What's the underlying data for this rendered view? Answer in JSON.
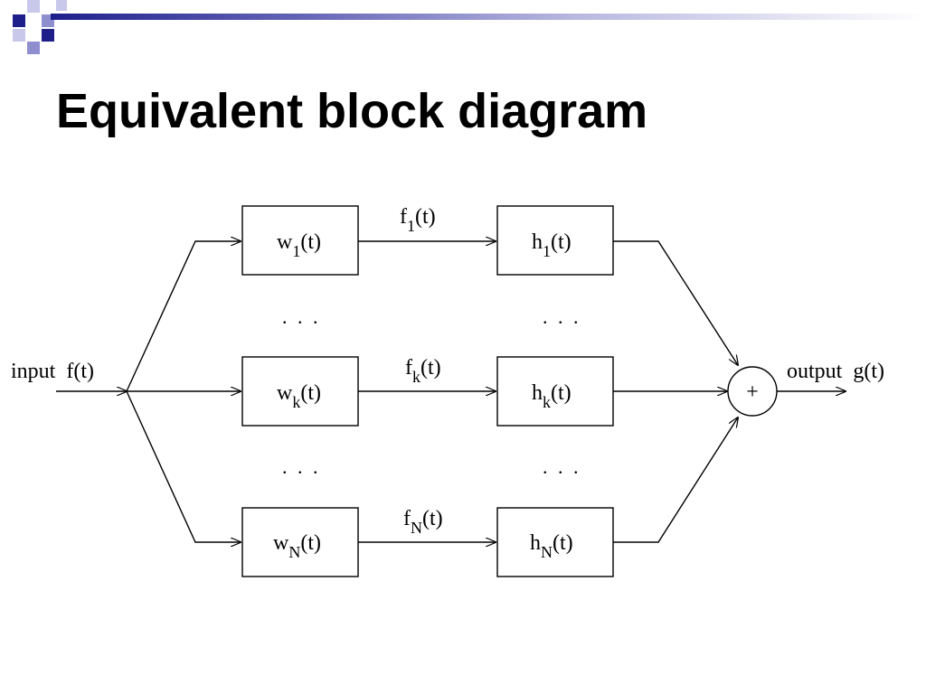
{
  "slide": {
    "title": "Equivalent block diagram"
  },
  "diagram": {
    "input_label": "input  f(t)",
    "output_label": "output  g(t)",
    "sum_symbol": "+",
    "ellipsis": ". . .",
    "paren_t": "(t)",
    "branches": [
      {
        "w": "w",
        "h": "h",
        "f": "f",
        "index": "1"
      },
      {
        "w": "w",
        "h": "h",
        "f": "f",
        "index": "k"
      },
      {
        "w": "w",
        "h": "h",
        "f": "f",
        "index": "N"
      }
    ]
  }
}
